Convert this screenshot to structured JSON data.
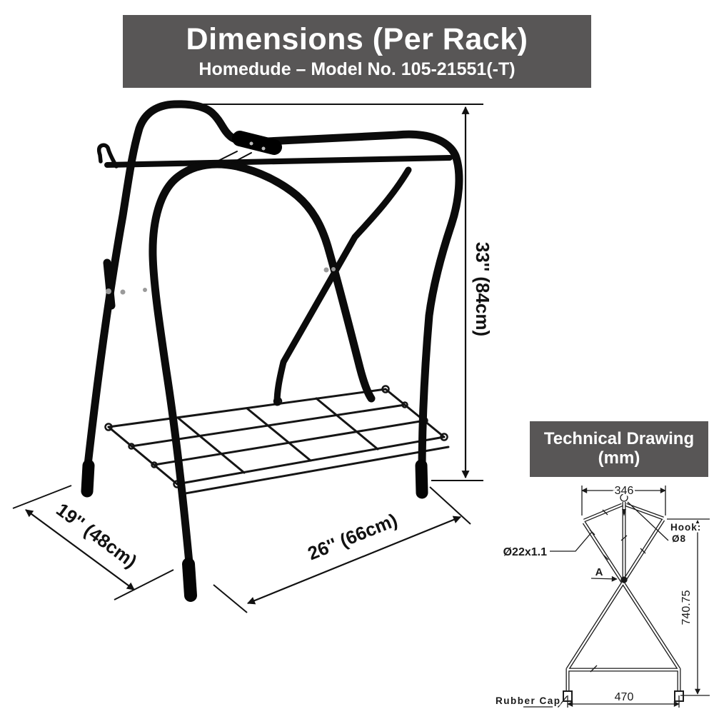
{
  "header": {
    "title": "Dimensions (Per Rack)",
    "subtitle": "Homedude – Model No. 105-21551(-T)"
  },
  "main_diagram": {
    "height_label": "33'' (84cm)",
    "depth_label": "19'' (48cm)",
    "width_label": "26'' (66cm)"
  },
  "technical_drawing": {
    "title": "Technical Drawing",
    "unit_label": "(mm)",
    "top_width": "346",
    "tube_spec": "Ø22x1.1",
    "hook_label": "Hook:",
    "hook_spec": "Ø8",
    "section_label": "A",
    "height": "740.75",
    "base_width": "470",
    "cap_label": "Rubber Cap"
  },
  "colors": {
    "banner_bg": "#585656",
    "banner_text": "#ffffff",
    "tube_black": "#0b0b0b",
    "line_black": "#1a1a1a",
    "background": "#ffffff"
  }
}
